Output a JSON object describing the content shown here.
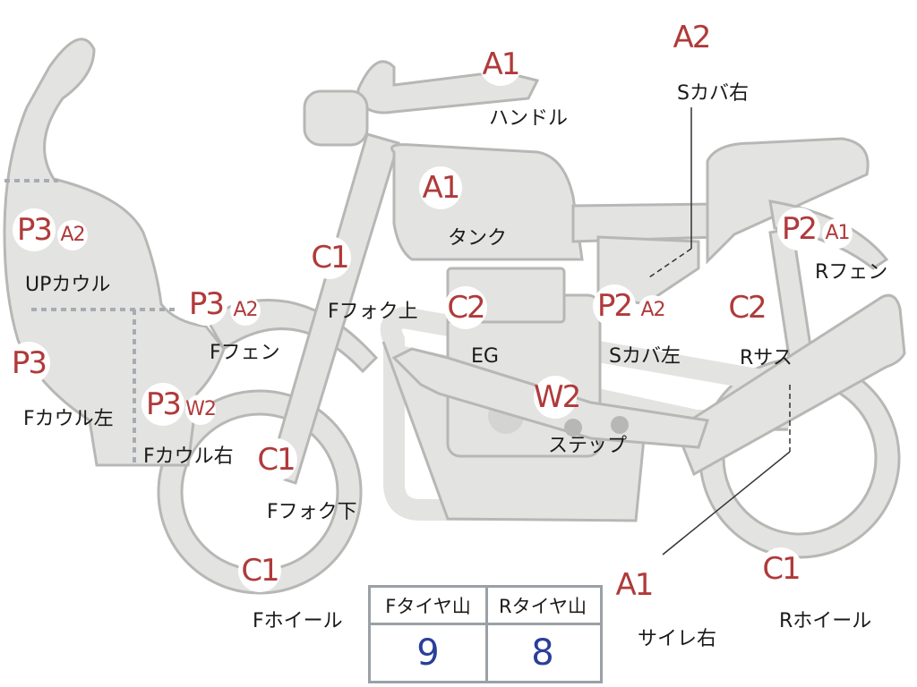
{
  "parts": [
    {
      "id": "handle",
      "codes": [
        "A1"
      ],
      "label": "ハンドル"
    },
    {
      "id": "s-cover-right",
      "codes": [
        "A2"
      ],
      "label": "Sカバ右"
    },
    {
      "id": "tank",
      "codes": [
        "A1"
      ],
      "label": "タンク"
    },
    {
      "id": "up-cowl",
      "codes": [
        "P3",
        "A2"
      ],
      "label": "UPカウル"
    },
    {
      "id": "f-fork-upper",
      "codes": [
        "C1"
      ],
      "label": "Fフォク上"
    },
    {
      "id": "r-fender",
      "codes": [
        "P2",
        "A1"
      ],
      "label": "Rフェン"
    },
    {
      "id": "f-fender",
      "codes": [
        "P3",
        "A2"
      ],
      "label": "Fフェン"
    },
    {
      "id": "eg",
      "codes": [
        "C2"
      ],
      "label": "EG"
    },
    {
      "id": "s-cover-left",
      "codes": [
        "P2",
        "A2"
      ],
      "label": "Sカバ左"
    },
    {
      "id": "r-suspension",
      "codes": [
        "C2"
      ],
      "label": "Rサス"
    },
    {
      "id": "f-cowl-left",
      "codes": [
        "P3"
      ],
      "label": "Fカウル左"
    },
    {
      "id": "f-cowl-right",
      "codes": [
        "P3",
        "W2"
      ],
      "label": "Fカウル右"
    },
    {
      "id": "step",
      "codes": [
        "W2"
      ],
      "label": "ステップ"
    },
    {
      "id": "f-fork-lower",
      "codes": [
        "C1"
      ],
      "label": "Fフォク下"
    },
    {
      "id": "f-wheel",
      "codes": [
        "C1"
      ],
      "label": "Fホイール"
    },
    {
      "id": "silencer-right",
      "codes": [
        "A1"
      ],
      "label": "サイレ右"
    },
    {
      "id": "r-wheel",
      "codes": [
        "C1"
      ],
      "label": "Rホイール"
    }
  ],
  "tire_table": {
    "headers": [
      "Fタイヤ山",
      "Rタイヤ山"
    ],
    "values": [
      "9",
      "8"
    ]
  }
}
